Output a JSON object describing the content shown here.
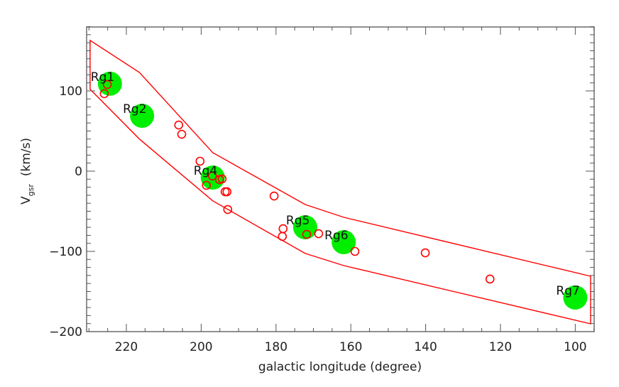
{
  "chart_data": {
    "type": "scatter",
    "title": "",
    "xlabel": "galactic longitude (degree)",
    "ylabel": "V_gsr (km/s)",
    "ylabel_main": "V",
    "ylabel_sub": "gsr",
    "ylabel_unit": "(km/s)",
    "xlim": [
      230.6,
      95
    ],
    "ylim": [
      -200,
      180
    ],
    "x_reversed": true,
    "grid": false,
    "x_ticks": [
      220,
      200,
      180,
      160,
      140,
      120,
      100
    ],
    "x_tick_labels": [
      "220",
      "200",
      "180",
      "160",
      "140",
      "120",
      "100"
    ],
    "y_ticks": [
      100,
      0,
      -100,
      -200
    ],
    "y_tick_labels": [
      "100",
      "0",
      "−100",
      "−200"
    ],
    "colors": {
      "stars": "#ff0000",
      "regions": "#00ee00",
      "band": "#ff0000",
      "axes": "#555555",
      "text": "#222222"
    },
    "series": [
      {
        "name": "stars",
        "marker": "open-circle",
        "points": [
          {
            "l": 225.1,
            "v": 108
          },
          {
            "l": 225.9,
            "v": 96.5
          },
          {
            "l": 206.0,
            "v": 57.5
          },
          {
            "l": 205.2,
            "v": 46
          },
          {
            "l": 200.3,
            "v": 12.4
          },
          {
            "l": 197.0,
            "v": -6
          },
          {
            "l": 195.1,
            "v": -10.6
          },
          {
            "l": 194.4,
            "v": -9.7
          },
          {
            "l": 198.6,
            "v": -17.7
          },
          {
            "l": 193.6,
            "v": -25.7
          },
          {
            "l": 193.1,
            "v": -25.7
          },
          {
            "l": 192.9,
            "v": -47.8
          },
          {
            "l": 180.5,
            "v": -31
          },
          {
            "l": 178.1,
            "v": -71.7
          },
          {
            "l": 178.3,
            "v": -81.4
          },
          {
            "l": 171.8,
            "v": -78.8
          },
          {
            "l": 168.6,
            "v": -77.9
          },
          {
            "l": 158.9,
            "v": -100
          },
          {
            "l": 140.1,
            "v": -101.8
          },
          {
            "l": 122.8,
            "v": -134.5
          }
        ]
      },
      {
        "name": "regions",
        "marker": "filled-circle",
        "points": [
          {
            "label": "Rg1",
            "l": 224.4,
            "v": 109
          },
          {
            "label": "Rg2",
            "l": 215.8,
            "v": 69
          },
          {
            "label": "Rg4",
            "l": 196.9,
            "v": -8
          },
          {
            "label": "Rg5",
            "l": 172.2,
            "v": -70
          },
          {
            "label": "Rg6",
            "l": 161.9,
            "v": -88.5
          },
          {
            "label": "Rg7",
            "l": 100.0,
            "v": -157.5
          }
        ]
      }
    ],
    "band": {
      "upper": [
        {
          "l": 229.7,
          "v": 163
        },
        {
          "l": 216.5,
          "v": 123
        },
        {
          "l": 196.9,
          "v": 23
        },
        {
          "l": 172.2,
          "v": -41.6
        },
        {
          "l": 161.9,
          "v": -57.5
        },
        {
          "l": 95.9,
          "v": -131
        }
      ],
      "lower": [
        {
          "l": 229.7,
          "v": 102
        },
        {
          "l": 216.5,
          "v": 40
        },
        {
          "l": 196.9,
          "v": -37
        },
        {
          "l": 172.2,
          "v": -102.6
        },
        {
          "l": 161.9,
          "v": -117.7
        },
        {
          "l": 95.9,
          "v": -190.3
        }
      ]
    }
  }
}
